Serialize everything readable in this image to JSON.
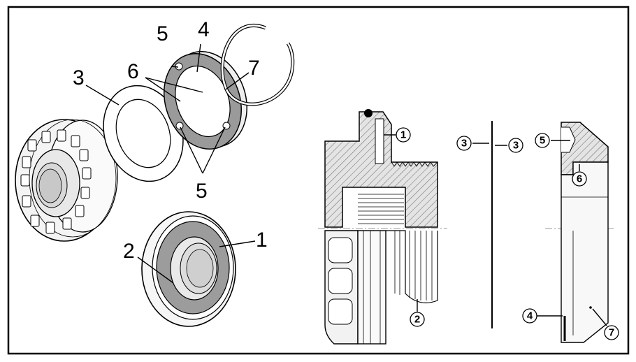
{
  "left_view": {
    "labels": {
      "l1": "1",
      "l2": "2",
      "l3": "3",
      "l4": "4",
      "l5_top": "5",
      "l5_bottom": "5",
      "l6": "6",
      "l7": "7"
    }
  },
  "right_view": {
    "callouts": {
      "c1": "1",
      "c2": "2",
      "c3_left": "3",
      "c3_right": "3",
      "c4": "4",
      "c5": "5",
      "c6": "6",
      "c7": "7"
    }
  }
}
